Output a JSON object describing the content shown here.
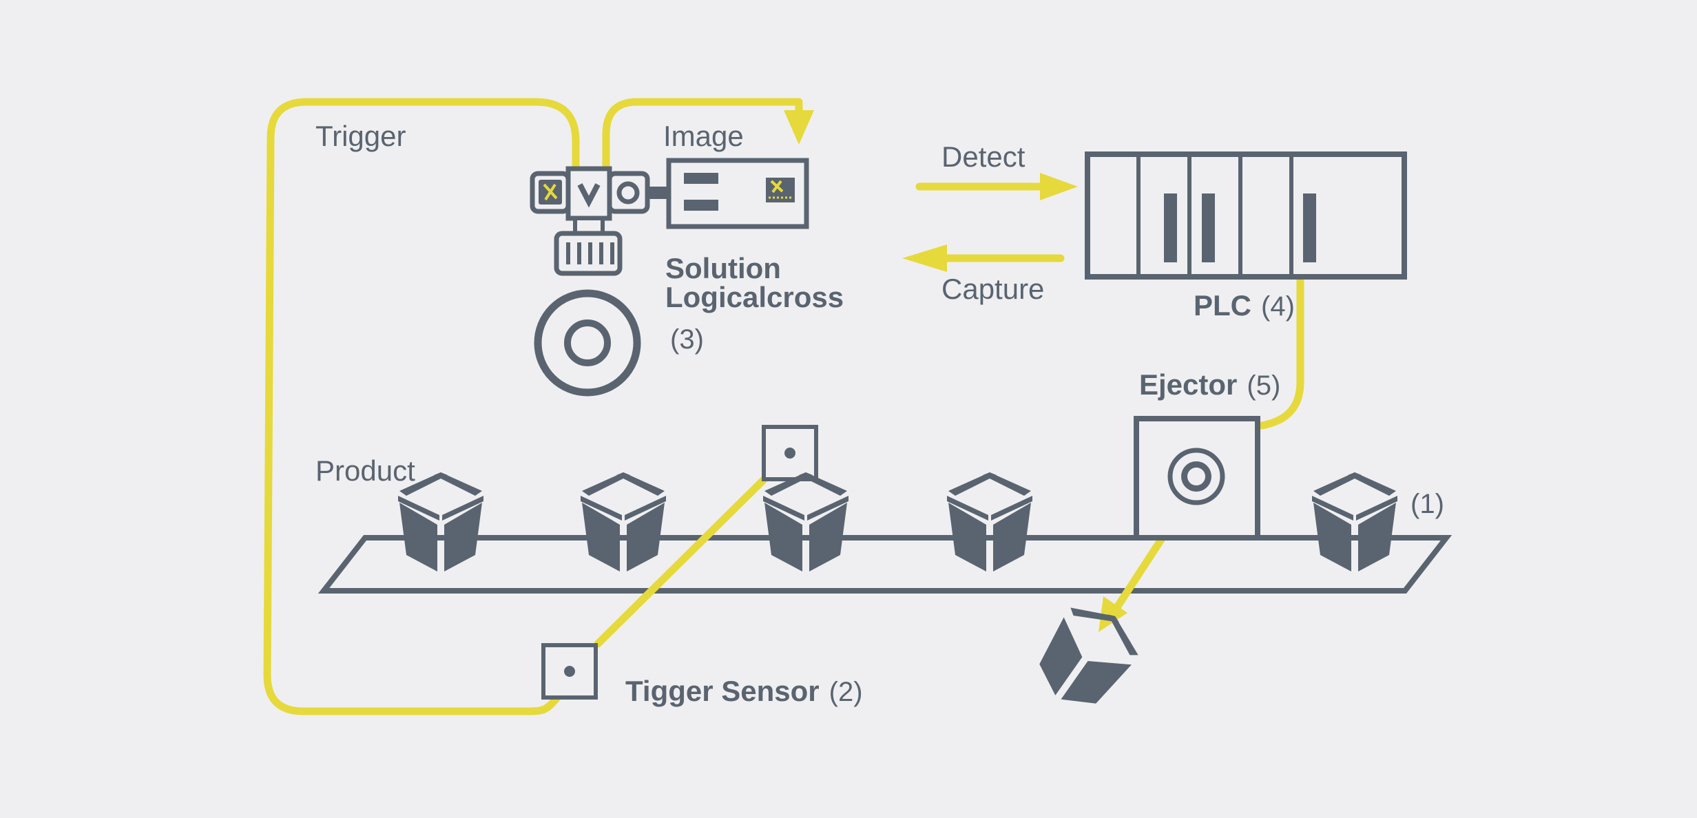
{
  "labels": {
    "trigger": "Trigger",
    "image": "Image",
    "detect": "Detect",
    "capture": "Capture",
    "product": "Product",
    "solution_line1": "Solution",
    "solution_line2": "Logicalcross",
    "solution_num": "(3)",
    "plc": "PLC",
    "plc_num": "(4)",
    "ejector": "Ejector",
    "ejector_num": "(5)",
    "sensor": "Tigger Sensor",
    "sensor_num": "(2)",
    "product_num": "(1)"
  },
  "colors": {
    "signal": "#e6d93b",
    "device": "#5a6470",
    "background": "#efeff1"
  },
  "icons": [
    "camera-icon",
    "controller-icon",
    "plc-icon",
    "ejector-icon",
    "sensor-icon",
    "box-icon",
    "conveyor-icon"
  ]
}
